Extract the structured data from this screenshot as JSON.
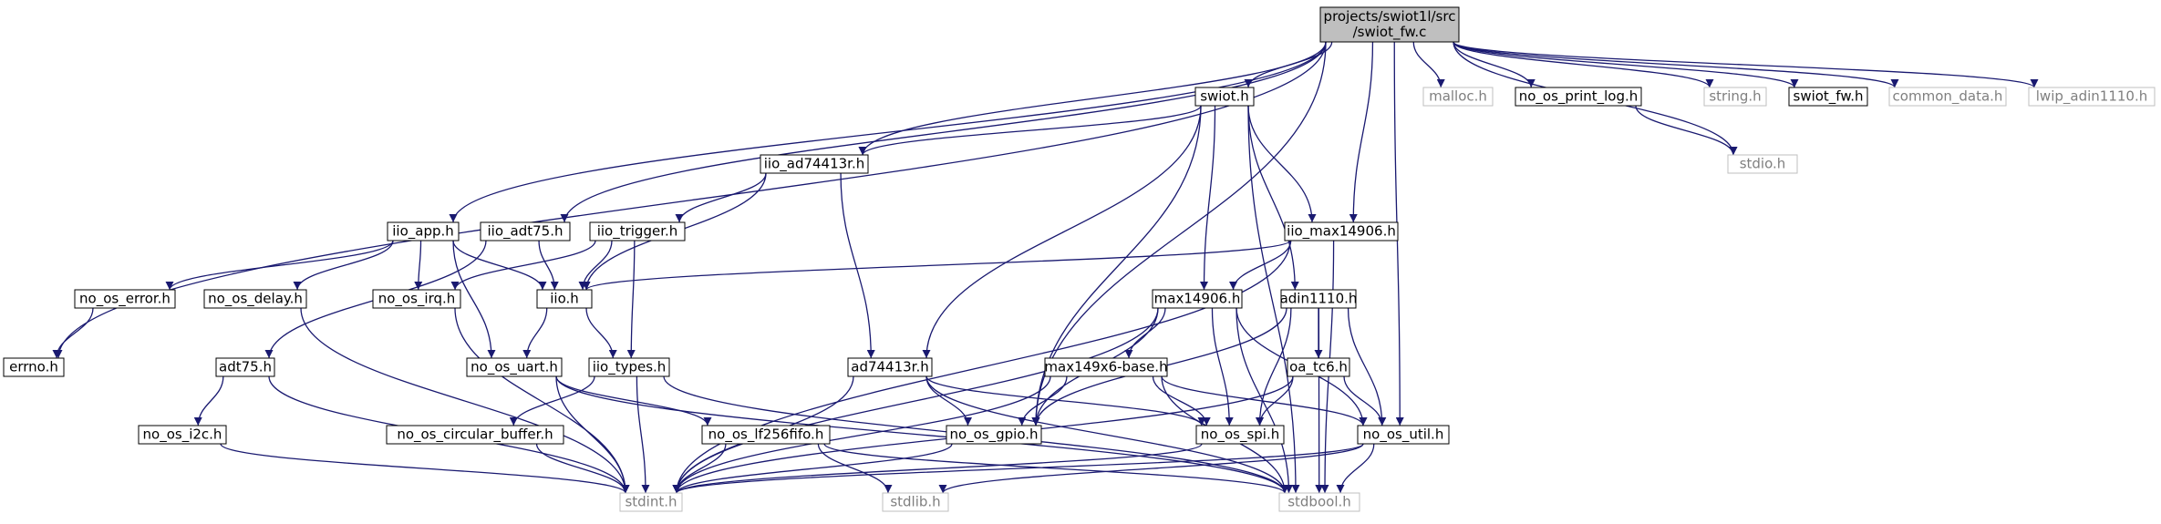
{
  "colors": {
    "edge": "#191970",
    "root_fill": "#bfbfbf",
    "node_stroke": "#000000",
    "missing_stroke": "#bfbfbf",
    "missing_text": "#7f7f7f",
    "text": "#000000"
  },
  "nodes": [
    {
      "id": "root",
      "lines": [
        "projects/swiot1l/src",
        "/swiot_fw.c"
      ],
      "kind": "root"
    },
    {
      "id": "errno",
      "lines": [
        "errno.h"
      ],
      "kind": "normal"
    },
    {
      "id": "iio_app",
      "lines": [
        "iio_app.h"
      ],
      "kind": "normal"
    },
    {
      "id": "iio_adt75",
      "lines": [
        "iio_adt75.h"
      ],
      "kind": "normal"
    },
    {
      "id": "iio_ad74413r",
      "lines": [
        "iio_ad74413r.h"
      ],
      "kind": "normal"
    },
    {
      "id": "no_os_gpio",
      "lines": [
        "no_os_gpio.h"
      ],
      "kind": "normal"
    },
    {
      "id": "swiot",
      "lines": [
        "swiot.h"
      ],
      "kind": "normal"
    },
    {
      "id": "iio_max14906",
      "lines": [
        "iio_max14906.h"
      ],
      "kind": "normal"
    },
    {
      "id": "no_os_util",
      "lines": [
        "no_os_util.h"
      ],
      "kind": "normal"
    },
    {
      "id": "malloc",
      "lines": [
        "malloc.h"
      ],
      "kind": "missing"
    },
    {
      "id": "no_os_print_log",
      "lines": [
        "no_os_print_log.h"
      ],
      "kind": "normal"
    },
    {
      "id": "string",
      "lines": [
        "string.h"
      ],
      "kind": "missing"
    },
    {
      "id": "swiot_fw",
      "lines": [
        "swiot_fw.h"
      ],
      "kind": "normal"
    },
    {
      "id": "common_data",
      "lines": [
        "common_data.h"
      ],
      "kind": "missing"
    },
    {
      "id": "lwip_adin1110",
      "lines": [
        "lwip_adin1110.h"
      ],
      "kind": "missing"
    },
    {
      "id": "stdio",
      "lines": [
        "stdio.h"
      ],
      "kind": "missing"
    },
    {
      "id": "no_os_error",
      "lines": [
        "no_os_error.h"
      ],
      "kind": "normal"
    },
    {
      "id": "no_os_delay",
      "lines": [
        "no_os_delay.h"
      ],
      "kind": "normal"
    },
    {
      "id": "no_os_irq",
      "lines": [
        "no_os_irq.h"
      ],
      "kind": "normal"
    },
    {
      "id": "iio",
      "lines": [
        "iio.h"
      ],
      "kind": "normal"
    },
    {
      "id": "iio_trigger",
      "lines": [
        "iio_trigger.h"
      ],
      "kind": "normal"
    },
    {
      "id": "no_os_uart",
      "lines": [
        "no_os_uart.h"
      ],
      "kind": "normal"
    },
    {
      "id": "iio_types",
      "lines": [
        "iio_types.h"
      ],
      "kind": "normal"
    },
    {
      "id": "adt75",
      "lines": [
        "adt75.h"
      ],
      "kind": "normal"
    },
    {
      "id": "no_os_i2c",
      "lines": [
        "no_os_i2c.h"
      ],
      "kind": "normal"
    },
    {
      "id": "no_os_circular_buffer",
      "lines": [
        "no_os_circular_buffer.h"
      ],
      "kind": "normal"
    },
    {
      "id": "no_os_lf256fifo",
      "lines": [
        "no_os_lf256fifo.h"
      ],
      "kind": "normal"
    },
    {
      "id": "ad74413r",
      "lines": [
        "ad74413r.h"
      ],
      "kind": "normal"
    },
    {
      "id": "max14906",
      "lines": [
        "max14906.h"
      ],
      "kind": "normal"
    },
    {
      "id": "max149x6_base",
      "lines": [
        "max149x6-base.h"
      ],
      "kind": "normal"
    },
    {
      "id": "adin1110",
      "lines": [
        "adin1110.h"
      ],
      "kind": "normal"
    },
    {
      "id": "oa_tc6",
      "lines": [
        "oa_tc6.h"
      ],
      "kind": "normal"
    },
    {
      "id": "no_os_spi",
      "lines": [
        "no_os_spi.h"
      ],
      "kind": "normal"
    },
    {
      "id": "stdint",
      "lines": [
        "stdint.h"
      ],
      "kind": "missing"
    },
    {
      "id": "stdlib",
      "lines": [
        "stdlib.h"
      ],
      "kind": "missing"
    },
    {
      "id": "stdbool",
      "lines": [
        "stdbool.h"
      ],
      "kind": "missing"
    }
  ],
  "edges": [
    [
      "root",
      "errno"
    ],
    [
      "root",
      "iio_app"
    ],
    [
      "root",
      "iio_adt75"
    ],
    [
      "root",
      "iio_ad74413r"
    ],
    [
      "root",
      "no_os_gpio"
    ],
    [
      "root",
      "swiot"
    ],
    [
      "root",
      "iio_max14906"
    ],
    [
      "root",
      "no_os_util"
    ],
    [
      "root",
      "malloc"
    ],
    [
      "root",
      "no_os_print_log"
    ],
    [
      "root",
      "string"
    ],
    [
      "root",
      "swiot_fw"
    ],
    [
      "root",
      "common_data"
    ],
    [
      "root",
      "lwip_adin1110"
    ],
    [
      "root",
      "stdio"
    ],
    [
      "iio_app",
      "no_os_error"
    ],
    [
      "iio_app",
      "no_os_delay"
    ],
    [
      "iio_app",
      "no_os_irq"
    ],
    [
      "iio_app",
      "iio"
    ],
    [
      "iio_app",
      "no_os_uart"
    ],
    [
      "iio_adt75",
      "iio"
    ],
    [
      "iio_adt75",
      "adt75"
    ],
    [
      "iio_ad74413r",
      "iio_trigger"
    ],
    [
      "iio_ad74413r",
      "iio"
    ],
    [
      "iio_ad74413r",
      "ad74413r"
    ],
    [
      "swiot",
      "iio_ad74413r"
    ],
    [
      "swiot",
      "iio_max14906"
    ],
    [
      "swiot",
      "max14906"
    ],
    [
      "swiot",
      "adin1110"
    ],
    [
      "swiot",
      "ad74413r"
    ],
    [
      "swiot",
      "no_os_gpio"
    ],
    [
      "swiot",
      "stdbool"
    ],
    [
      "iio_max14906",
      "iio"
    ],
    [
      "iio_max14906",
      "max14906"
    ],
    [
      "iio_max14906",
      "stdint"
    ],
    [
      "iio_max14906",
      "stdbool"
    ],
    [
      "no_os_print_log",
      "stdio"
    ],
    [
      "no_os_error",
      "errno"
    ],
    [
      "no_os_delay",
      "stdint"
    ],
    [
      "no_os_irq",
      "stdint"
    ],
    [
      "iio",
      "no_os_uart"
    ],
    [
      "iio",
      "iio_types"
    ],
    [
      "iio_trigger",
      "no_os_irq"
    ],
    [
      "iio_trigger",
      "iio"
    ],
    [
      "iio_trigger",
      "iio_types"
    ],
    [
      "no_os_uart",
      "stdint"
    ],
    [
      "no_os_uart",
      "no_os_lf256fifo"
    ],
    [
      "no_os_uart",
      "stdbool"
    ],
    [
      "iio_types",
      "no_os_circular_buffer"
    ],
    [
      "iio_types",
      "stdint"
    ],
    [
      "iio_types",
      "stdbool"
    ],
    [
      "adt75",
      "no_os_i2c"
    ],
    [
      "adt75",
      "stdint"
    ],
    [
      "no_os_i2c",
      "stdint"
    ],
    [
      "no_os_circular_buffer",
      "stdint"
    ],
    [
      "no_os_lf256fifo",
      "stdint"
    ],
    [
      "no_os_lf256fifo",
      "stdlib"
    ],
    [
      "no_os_lf256fifo",
      "stdbool"
    ],
    [
      "ad74413r",
      "no_os_gpio"
    ],
    [
      "ad74413r",
      "no_os_spi"
    ],
    [
      "ad74413r",
      "stdint"
    ],
    [
      "ad74413r",
      "stdbool"
    ],
    [
      "max14906",
      "max149x6_base"
    ],
    [
      "max14906",
      "no_os_gpio"
    ],
    [
      "max14906",
      "no_os_spi"
    ],
    [
      "max14906",
      "no_os_util"
    ],
    [
      "max14906",
      "stdint"
    ],
    [
      "max14906",
      "stdbool"
    ],
    [
      "max149x6_base",
      "no_os_gpio"
    ],
    [
      "max149x6_base",
      "no_os_spi"
    ],
    [
      "max149x6_base",
      "no_os_util"
    ],
    [
      "max149x6_base",
      "stdint"
    ],
    [
      "max149x6_base",
      "stdbool"
    ],
    [
      "adin1110",
      "oa_tc6"
    ],
    [
      "adin1110",
      "no_os_gpio"
    ],
    [
      "adin1110",
      "no_os_spi"
    ],
    [
      "adin1110",
      "no_os_util"
    ],
    [
      "adin1110",
      "stdbool"
    ],
    [
      "oa_tc6",
      "no_os_spi"
    ],
    [
      "oa_tc6",
      "no_os_util"
    ],
    [
      "oa_tc6",
      "stdint"
    ],
    [
      "no_os_gpio",
      "stdint"
    ],
    [
      "no_os_spi",
      "stdint"
    ],
    [
      "no_os_util",
      "stdint"
    ],
    [
      "no_os_util",
      "stdlib"
    ],
    [
      "no_os_util",
      "stdbool"
    ]
  ]
}
